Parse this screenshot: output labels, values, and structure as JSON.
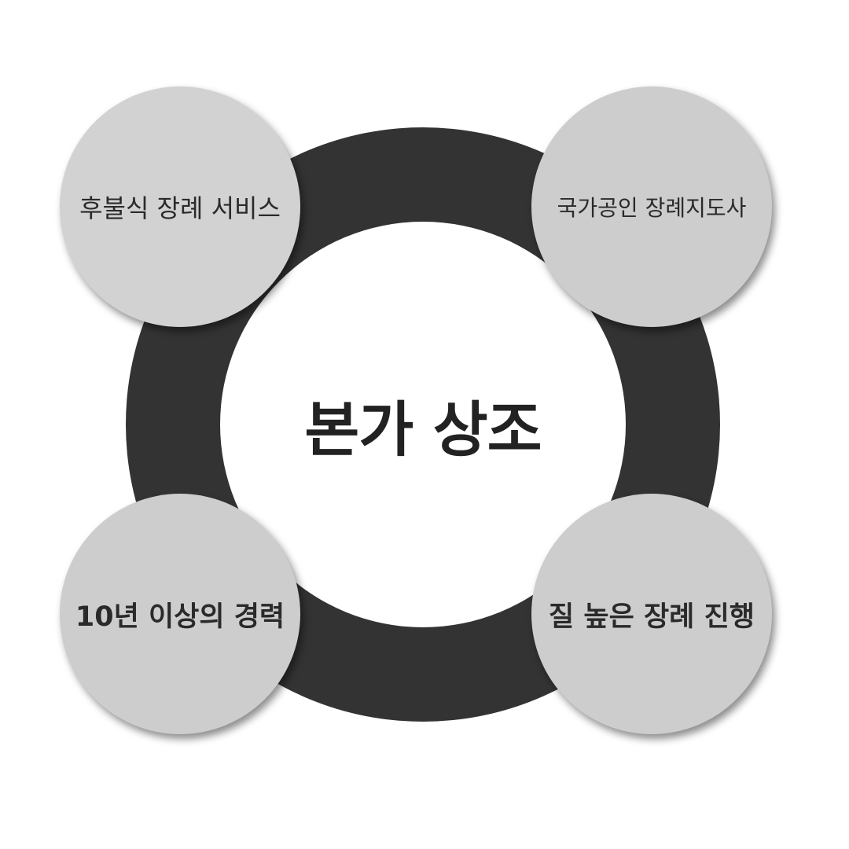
{
  "center": {
    "title": "본가 상조"
  },
  "nodes": [
    {
      "label": "후불식 장례 서비스"
    },
    {
      "label": "국가공인 장례지도사"
    },
    {
      "label": "10년 이상의 경력"
    },
    {
      "label": "질 높은 장례 진행"
    }
  ],
  "colors": {
    "ring": "#333333",
    "node": "#cdcdcd",
    "center": "#ffffff",
    "text": "#222222"
  }
}
